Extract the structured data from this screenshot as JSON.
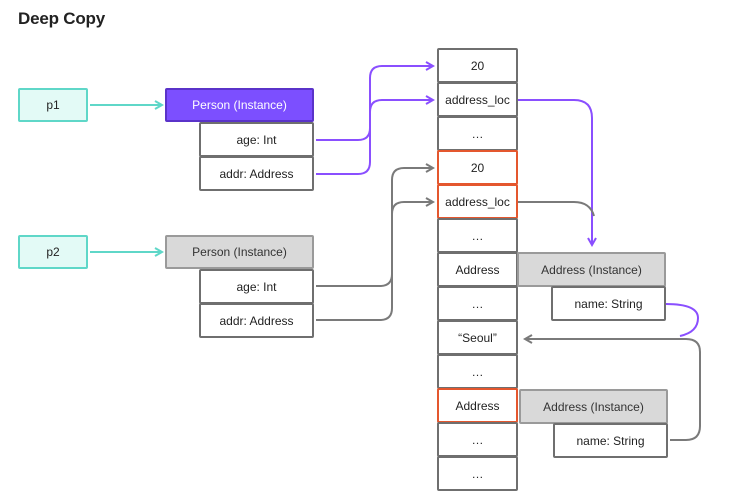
{
  "title": "Deep Copy",
  "refs": {
    "p1": "p1",
    "p2": "p2"
  },
  "person1": {
    "header": "Person (Instance)",
    "age": "age: Int",
    "addr": "addr: Address"
  },
  "person2": {
    "header": "Person (Instance)",
    "age": "age: Int",
    "addr": "addr: Address"
  },
  "memory": [
    "20",
    "address_loc",
    "…",
    "20",
    "address_loc",
    "…",
    "Address",
    "…",
    "“Seoul”",
    "…",
    "Address",
    "…",
    "…"
  ],
  "address1": {
    "header": "Address (Instance)",
    "name": "name: String"
  },
  "address2": {
    "header": "Address (Instance)",
    "name": "name: String"
  },
  "colors": {
    "ref_border": "#5fd7c8",
    "ref_fill": "#e3faf6",
    "instance_purple": "#7c4fff",
    "instance_gray": "#d9d9d9",
    "arrow_purple": "#8a4fff",
    "arrow_gray": "#7a7a7a",
    "arrow_teal": "#5fd7c8",
    "highlight_red": "#e4572e"
  }
}
